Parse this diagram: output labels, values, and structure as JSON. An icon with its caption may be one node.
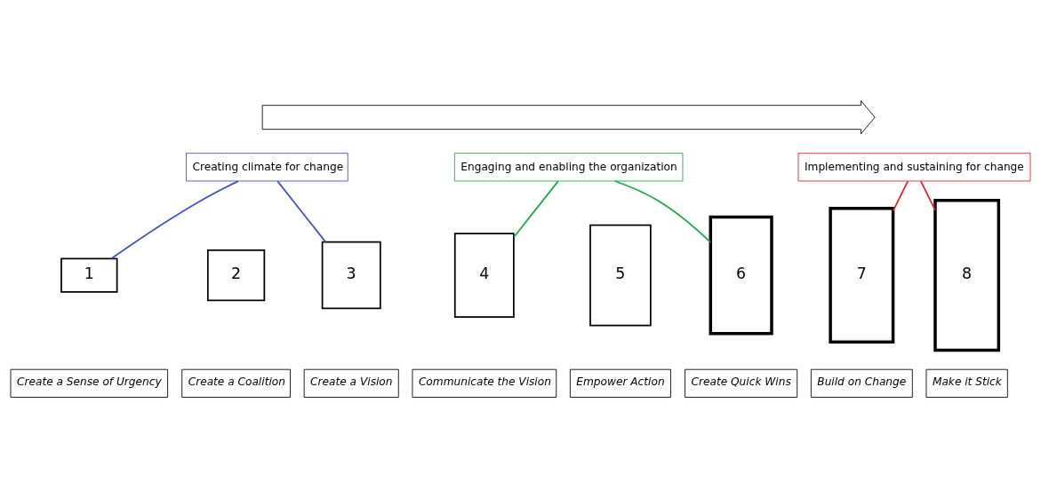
{
  "diagram": {
    "nodes": [
      {
        "text": [],
        "shape": "arrow"
      },
      {
        "text": [
          "Creating climate for change"
        ]
      },
      {
        "text": [
          "Engaging and enabling the organization"
        ]
      },
      {
        "text": [
          "Implementing and sustaining for change"
        ]
      },
      {
        "text": [
          "1"
        ]
      },
      {
        "text": [
          "2"
        ]
      },
      {
        "text": [
          "3"
        ]
      },
      {
        "text": [
          "4"
        ]
      },
      {
        "text": [
          "5"
        ]
      },
      {
        "text": [
          "6"
        ]
      },
      {
        "text": [
          "7"
        ]
      },
      {
        "text": [
          "8"
        ]
      },
      {
        "text": [
          "Create a Sense of Urgency"
        ]
      },
      {
        "text": [
          "Create a Coalition"
        ]
      },
      {
        "text": [
          "Create a Vision"
        ]
      },
      {
        "text": [
          "Communicate the Vision"
        ]
      },
      {
        "text": [
          "Empower Action"
        ]
      },
      {
        "text": [
          "Create Quick Wins"
        ]
      },
      {
        "text": [
          "Build on Change"
        ]
      },
      {
        "text": [
          "Make it Stick"
        ]
      }
    ],
    "edges": [
      {
        "from": 1,
        "to": 4,
        "arrow": "none",
        "color": "#3f4fc6"
      },
      {
        "from": 1,
        "to": 6,
        "arrow": "none",
        "color": "#3f4fc6"
      },
      {
        "from": 2,
        "to": 7,
        "arrow": "none",
        "color": "#1fa64a"
      },
      {
        "from": 2,
        "to": 9,
        "arrow": "none",
        "color": "#1fa64a"
      },
      {
        "from": 3,
        "to": 10,
        "arrow": "none",
        "color": "#e3202c"
      },
      {
        "from": 3,
        "to": 11,
        "arrow": "none",
        "color": "#e3202c"
      }
    ]
  }
}
